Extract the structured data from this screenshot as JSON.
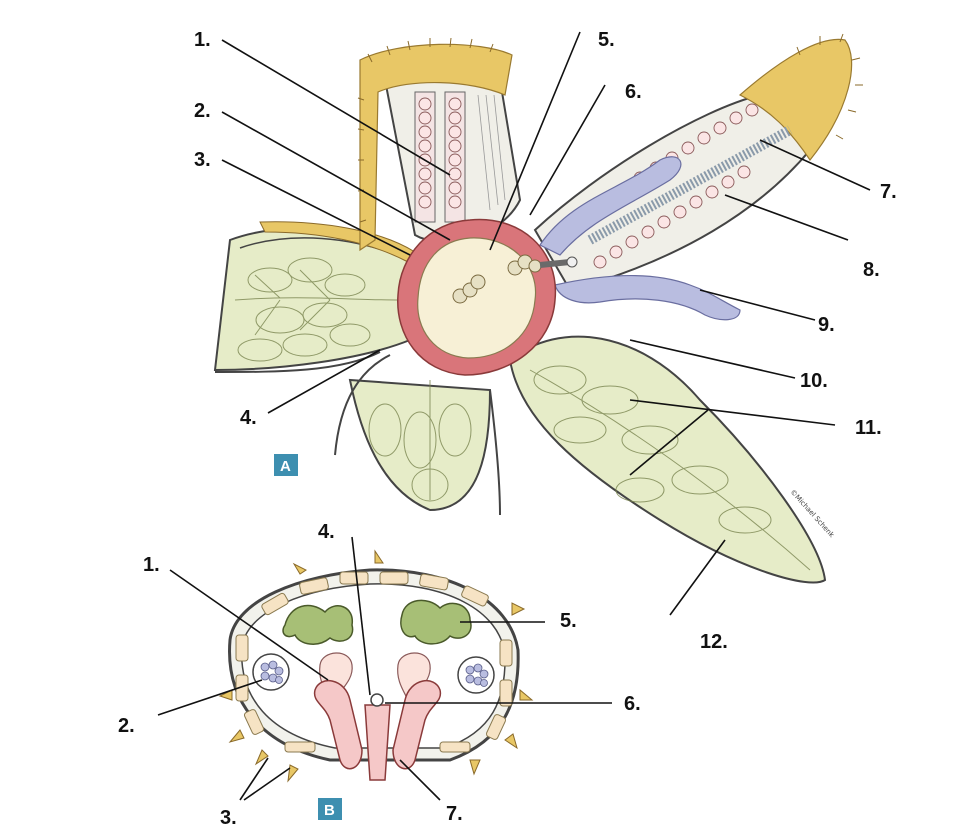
{
  "panel_a": {
    "tag": "A",
    "labels": [
      "1.",
      "2.",
      "3.",
      "4.",
      "5.",
      "6.",
      "7.",
      "8.",
      "9.",
      "10.",
      "11.",
      "12."
    ]
  },
  "panel_b": {
    "tag": "B",
    "labels": [
      "1.",
      "2.",
      "3.",
      "4.",
      "5.",
      "6.",
      "7."
    ]
  },
  "credit": "©Michael Schenk",
  "colors": {
    "yellow_spine": "#e8c766",
    "green_gonad": "#e6ecc8",
    "pink_ring": "#d9757a",
    "center": "#f7f0d6",
    "blue_cecum": "#b9bde0",
    "ossicle": "#f6e3c4",
    "tube_foot": "#f5c8c8",
    "green_b": "#a7bf76",
    "tag_bg": "#3d8fb0"
  }
}
